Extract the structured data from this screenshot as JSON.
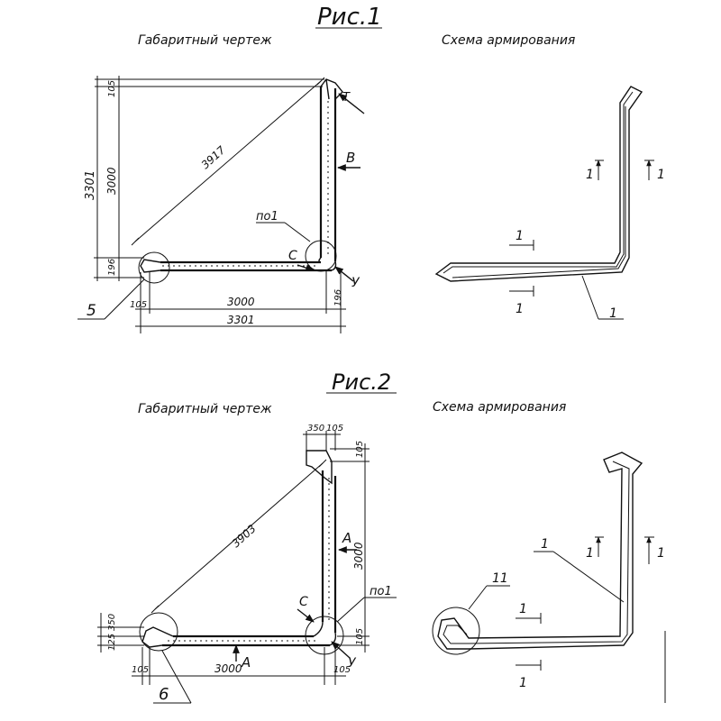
{
  "fig1": {
    "title": "Рис.1",
    "left_caption": "Габаритный чертеж",
    "right_caption": "Схема армирования",
    "dims": {
      "d105_top": "105",
      "d3301_left": "3301",
      "d3000_left": "3000",
      "d3917": "3917",
      "d196_left": "196",
      "d105_bottom": "105",
      "d3000_bottom": "3000",
      "d3301_bottom": "3301",
      "d196_right": "196"
    },
    "labels": {
      "T": "Т",
      "B": "В",
      "po1": "по1",
      "C": "С",
      "U": "У",
      "node5": "5"
    },
    "scheme": {
      "sec_top_left": "1",
      "sec_top_right": "1",
      "sec_mid_top": "1",
      "sec_mid_bottom": "1",
      "leader": "1"
    }
  },
  "fig2": {
    "title": "Рис.2",
    "left_caption": "Габаритный чертеж",
    "right_caption": "Схема армирования",
    "dims": {
      "d350_top": "350",
      "d105_top": "105",
      "d105_right_top": "105",
      "d3903": "3903",
      "d3000_right": "3000",
      "d125": "125",
      "d350_left": "350",
      "d105_bottom_left": "105",
      "d3000_bottom": "3000",
      "d105_bottom_right": "105",
      "d105_right_bottom": "105"
    },
    "labels": {
      "A_right": "А",
      "A_bottom": "А",
      "C": "С",
      "po1": "по1",
      "U": "У",
      "node6": "6"
    },
    "scheme": {
      "leader_11": "11",
      "leader_1": "1",
      "sec_top_left": "1",
      "sec_top_right": "1",
      "sec_mid_top": "1",
      "sec_mid_bottom": "1"
    }
  }
}
